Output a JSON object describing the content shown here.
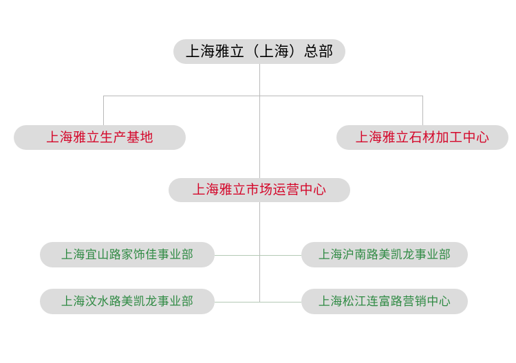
{
  "diagram": {
    "title_node": {
      "label": "上海雅立（上海）总部",
      "text_color": "#000000",
      "box_color": "#dcdcdc"
    },
    "level2": [
      {
        "label": "上海雅立生产基地",
        "text_color": "#d4072a"
      },
      {
        "label": "上海雅立石材加工中心",
        "text_color": "#d4072a"
      }
    ],
    "level3": {
      "label": "上海雅立市场运营中心",
      "text_color": "#d4072a"
    },
    "level4": [
      {
        "label": "上海宜山路家饰佳事业部",
        "text_color": "#2f8a43"
      },
      {
        "label": "上海沪南路美凯龙事业部",
        "text_color": "#2f8a43"
      },
      {
        "label": "上海汶水路美凯龙事业部",
        "text_color": "#2f8a43"
      },
      {
        "label": "上海松江连富路营销中心",
        "text_color": "#2f8a43"
      }
    ],
    "connector_color": "#b9b9b9",
    "connector_color_green": "#b3c9b5",
    "background": "#ffffff"
  }
}
